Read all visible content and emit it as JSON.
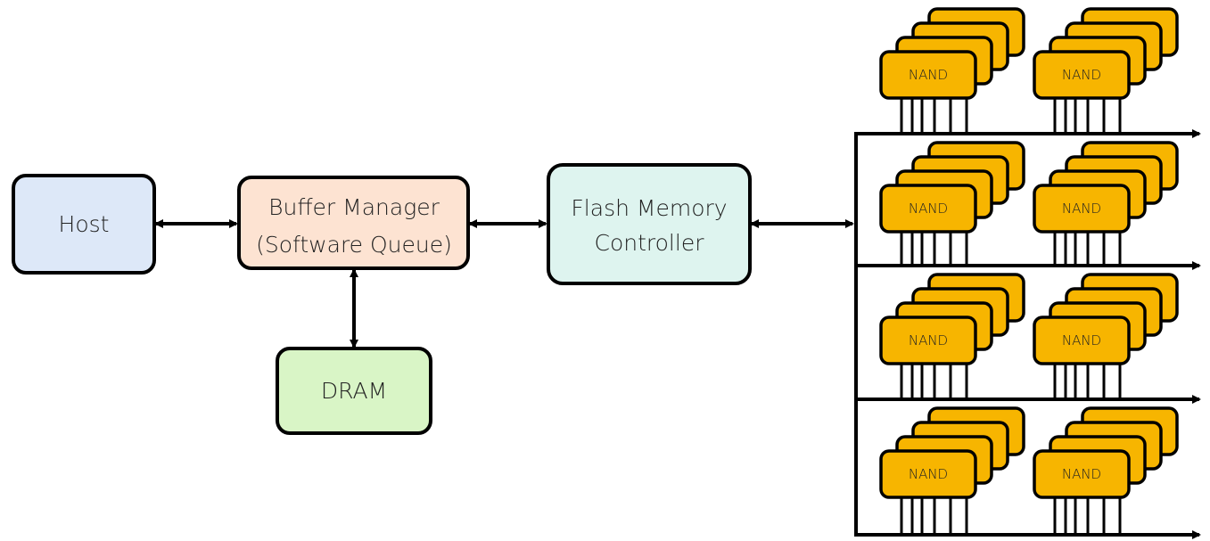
{
  "blocks": {
    "host": {
      "label": "Host",
      "fill": "#dde8f8"
    },
    "buffer": {
      "line1": "Buffer Manager",
      "line2": "(Software Queue)",
      "fill": "#fde3d2"
    },
    "flash": {
      "line1": "Flash Memory",
      "line2": "Controller",
      "fill": "#def4ef"
    },
    "dram": {
      "label": "DRAM",
      "fill": "#d9f5c6"
    }
  },
  "nand": {
    "label": "NAND",
    "fill": "#f7b500",
    "rows": 4,
    "cols": 2
  },
  "colors": {
    "stroke": "#000000"
  }
}
